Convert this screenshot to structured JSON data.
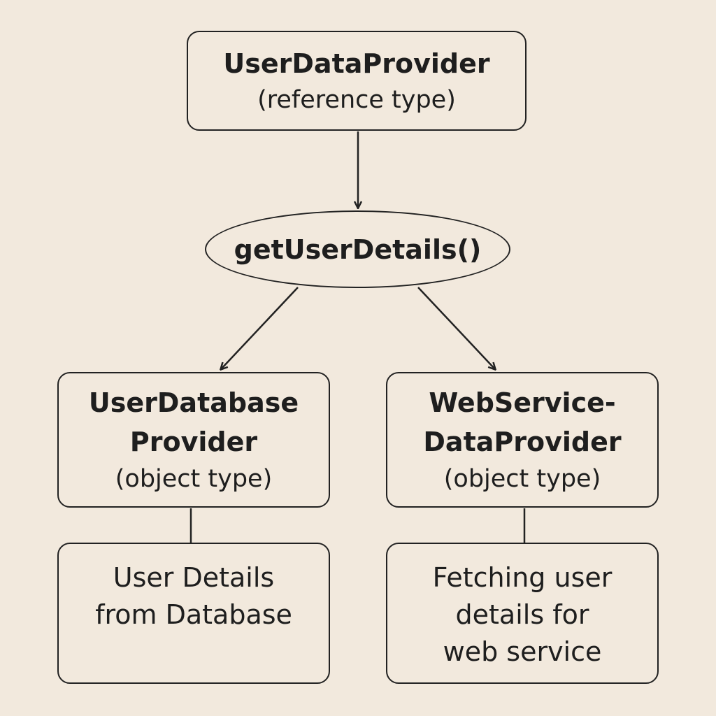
{
  "reference_node": {
    "name": "UserDataProvider",
    "kind": "(reference type)"
  },
  "method_node": {
    "label": "getUserDetails()"
  },
  "left_object": {
    "name_line1": "UserDatabase",
    "name_line2": "Provider",
    "kind": "(object type)"
  },
  "right_object": {
    "name_line1": "WebService-",
    "name_line2": "DataProvider",
    "kind": "(object type)"
  },
  "left_description": {
    "line1": "User Details",
    "line2": "from Database"
  },
  "right_description": {
    "line1": "Fetching user",
    "line2": "details for",
    "line3": "web service"
  },
  "colors": {
    "background": "#f2e9dd",
    "stroke": "#222222"
  }
}
